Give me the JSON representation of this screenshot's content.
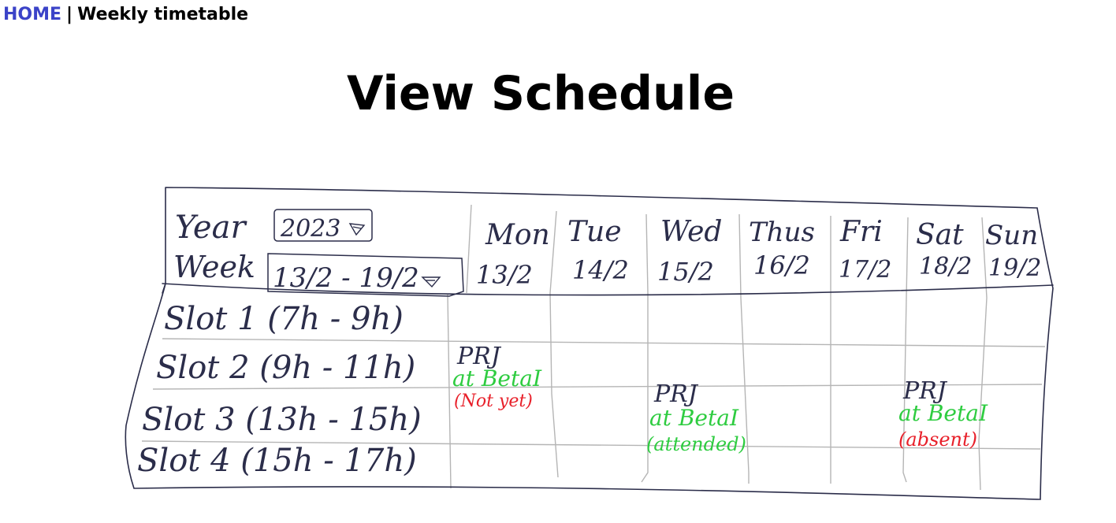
{
  "nav": {
    "home_label": "HOME",
    "separator": "|",
    "current_label": "Weekly timetable"
  },
  "page": {
    "title": "View Schedule"
  },
  "filters": {
    "year_label": "Year",
    "year_value": "2023",
    "week_label": "Week",
    "week_value": "13/2 - 19/2"
  },
  "days": [
    {
      "name": "Mon",
      "date": "13/2"
    },
    {
      "name": "Tue",
      "date": "14/2"
    },
    {
      "name": "Wed",
      "date": "15/2"
    },
    {
      "name": "Thus",
      "date": "16/2"
    },
    {
      "name": "Fri",
      "date": "17/2"
    },
    {
      "name": "Sat",
      "date": "18/2"
    },
    {
      "name": "Sun",
      "date": "19/2"
    }
  ],
  "slots": [
    {
      "label": "Slot 1 (7h - 9h)"
    },
    {
      "label": "Slot 2 (9h - 11h)"
    },
    {
      "label": "Slot 3 (13h - 15h)"
    },
    {
      "label": "Slot 4 (15h - 17h)"
    }
  ],
  "sessions": [
    {
      "course": "PRJ",
      "room": "at BetaI",
      "status": "(Not yet)"
    },
    {
      "course": "PRJ",
      "room": "at BetaI",
      "status": "(attended)"
    },
    {
      "course": "PRJ",
      "room": "at BetaI",
      "status": "(absent)"
    }
  ],
  "colors": {
    "home_link": "#3b43c8",
    "ink": "#2b2d4a",
    "grid": "#b5b5b5",
    "room": "#2ecc40",
    "not_yet": "#e8202a",
    "attended": "#2ecc40",
    "absent": "#e8202a"
  },
  "icons": {
    "dropdown": "chevron-down-icon"
  }
}
